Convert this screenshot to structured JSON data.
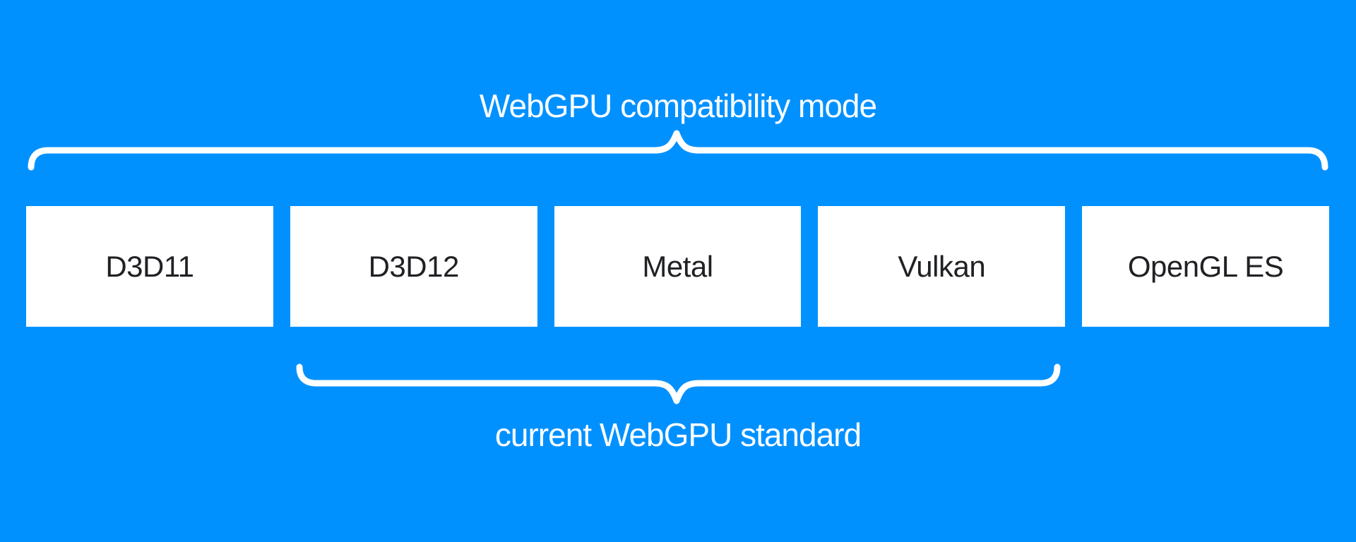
{
  "diagram": {
    "title": "WebGPU compatibility mode",
    "subtitle": "current WebGPU standard",
    "backends": [
      {
        "label": "D3D11"
      },
      {
        "label": "D3D12"
      },
      {
        "label": "Metal"
      },
      {
        "label": "Vulkan"
      },
      {
        "label": "OpenGL ES"
      }
    ],
    "brace_top": {
      "label": "WebGPU compatibility mode",
      "spans": [
        "D3D11",
        "D3D12",
        "Metal",
        "Vulkan",
        "OpenGL ES"
      ]
    },
    "brace_bottom": {
      "label": "current WebGPU standard",
      "spans": [
        "D3D12",
        "Metal",
        "Vulkan"
      ]
    }
  },
  "colors": {
    "background": "#0091ff",
    "brace": "#ffffff",
    "title_text": "#ffffff",
    "box_background": "#ffffff",
    "box_text": "#202124"
  }
}
